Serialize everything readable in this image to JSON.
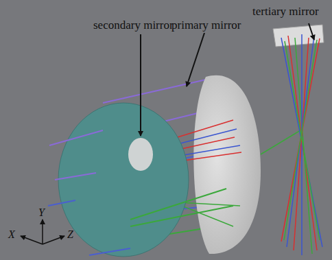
{
  "diagram": {
    "labels": [
      "tertiary mirror",
      "primary mirror",
      "secondary mirror",
      "X",
      "Y",
      "Z"
    ]
  }
}
